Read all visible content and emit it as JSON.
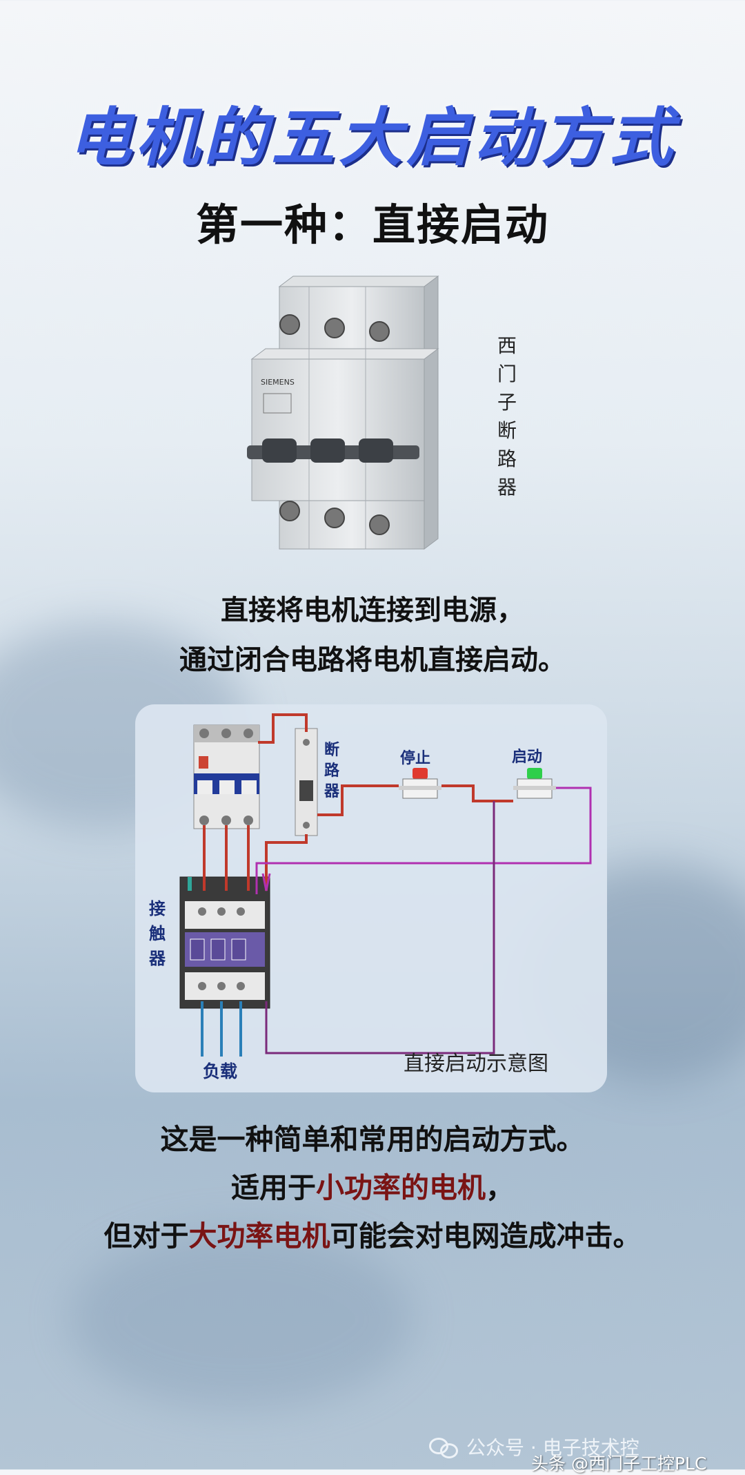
{
  "title": "电机的五大启动方式",
  "subtitle": "第一种：直接启动",
  "product_label": "西\n门\n子\n断\n路\n器",
  "breaker_brand": "SIEMENS",
  "intro_lines": [
    "直接将电机连接到电源，",
    "通过闭合电路将电机直接启动。"
  ],
  "diagram": {
    "labels": {
      "breaker": "断路器",
      "stop": "停止",
      "start": "启动",
      "contactor": "接触器",
      "load": "负载"
    },
    "caption": "直接启动示意图"
  },
  "summary": {
    "line1": "这是一种简单和常用的启动方式。",
    "line2_before": "适用于",
    "line2_highlight": "小功率的电机",
    "line2_after": "，",
    "line3_before": "但对于",
    "line3_highlight": "大功率电机",
    "line3_after": "可能会对电网造成冲击。"
  },
  "footer": {
    "account": "公众号 · 电子技术控",
    "watermark": "头条 @西门子工控PLC"
  },
  "colors": {
    "title": "#3d5fe0",
    "highlight": "#7a1414",
    "wire_red": "#c0392b",
    "wire_purple": "#b030b0",
    "wire_blue": "#2a7fb8",
    "stop_button": "#e03a2f",
    "start_button": "#2fcf4a",
    "label_blue": "#1a2f7a"
  }
}
